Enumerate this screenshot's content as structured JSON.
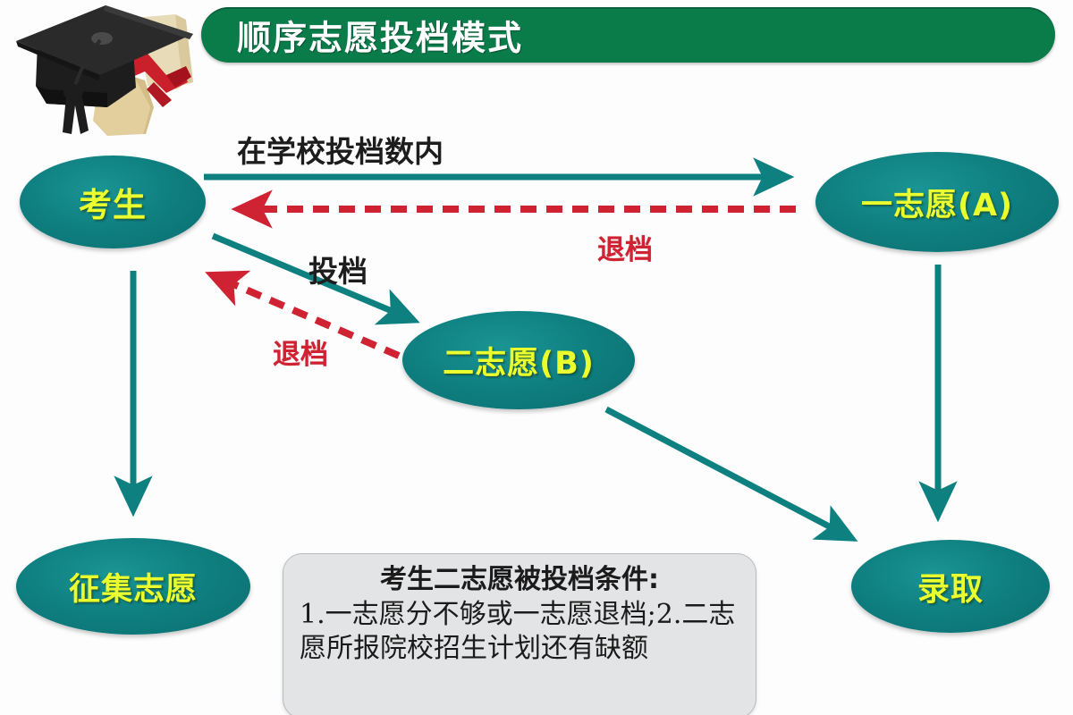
{
  "header": {
    "title": "顺序志愿投档模式",
    "banner_color": "#0a7c4a",
    "cap_icon": "graduation-cap-icon"
  },
  "nodes": [
    {
      "id": "kaosheng",
      "label": "考生",
      "fill": "#0f7f80",
      "text_color": "#eaff2e"
    },
    {
      "id": "zhiyuan_a",
      "label": "一志愿(A)",
      "fill": "#0f7f80",
      "text_color": "#eaff2e"
    },
    {
      "id": "zhiyuan_b",
      "label": "二志愿(B)",
      "fill": "#0f7f80",
      "text_color": "#eaff2e"
    },
    {
      "id": "zhengji",
      "label": "征集志愿",
      "fill": "#0f7f80",
      "text_color": "#eaff2e"
    },
    {
      "id": "luqu",
      "label": "录取",
      "fill": "#0f7f80",
      "text_color": "#eaff2e"
    }
  ],
  "edges": [
    {
      "id": "kaosheng_to_a",
      "label": "在学校投档数内",
      "style": "solid",
      "color": "#0f8080",
      "label_color": "#1d1d1d",
      "from": "考生",
      "to": "一志愿(A)"
    },
    {
      "id": "a_to_kaosheng",
      "label": "退档",
      "style": "dashed",
      "color": "#cf2233",
      "label_color": "#cf2233",
      "from": "一志愿(A)",
      "to": "考生"
    },
    {
      "id": "kaosheng_to_b",
      "label": "投档",
      "style": "solid",
      "color": "#0f8080",
      "label_color": "#1d1d1d",
      "from": "考生",
      "to": "二志愿(B)"
    },
    {
      "id": "b_to_kaosheng",
      "label": "退档",
      "style": "dashed",
      "color": "#cf2233",
      "label_color": "#cf2233",
      "from": "二志愿(B)",
      "to": "考生"
    },
    {
      "id": "kaosheng_to_zhengji",
      "label": "",
      "style": "solid",
      "color": "#0f8080",
      "label_color": "",
      "from": "考生",
      "to": "征集志愿"
    },
    {
      "id": "a_to_luqu",
      "label": "",
      "style": "solid",
      "color": "#0f8080",
      "label_color": "",
      "from": "一志愿(A)",
      "to": "录取"
    },
    {
      "id": "b_to_luqu",
      "label": "",
      "style": "solid",
      "color": "#0f8080",
      "label_color": "",
      "from": "二志愿(B)",
      "to": "录取"
    }
  ],
  "callout": {
    "heading": "考生二志愿被投档条件:",
    "body": "1.一志愿分不够或一志愿退档;2.二志愿所报院校招生计划还有缺额"
  },
  "colors": {
    "banner_green": "#0a7c4a",
    "node_teal": "#0f7f80",
    "node_text_yellow": "#eaff2e",
    "arrow_teal": "#0f8080",
    "arrow_red": "#cf2233",
    "callout_gray": "#e3e4e6",
    "page_background": "#fdfdfd"
  }
}
